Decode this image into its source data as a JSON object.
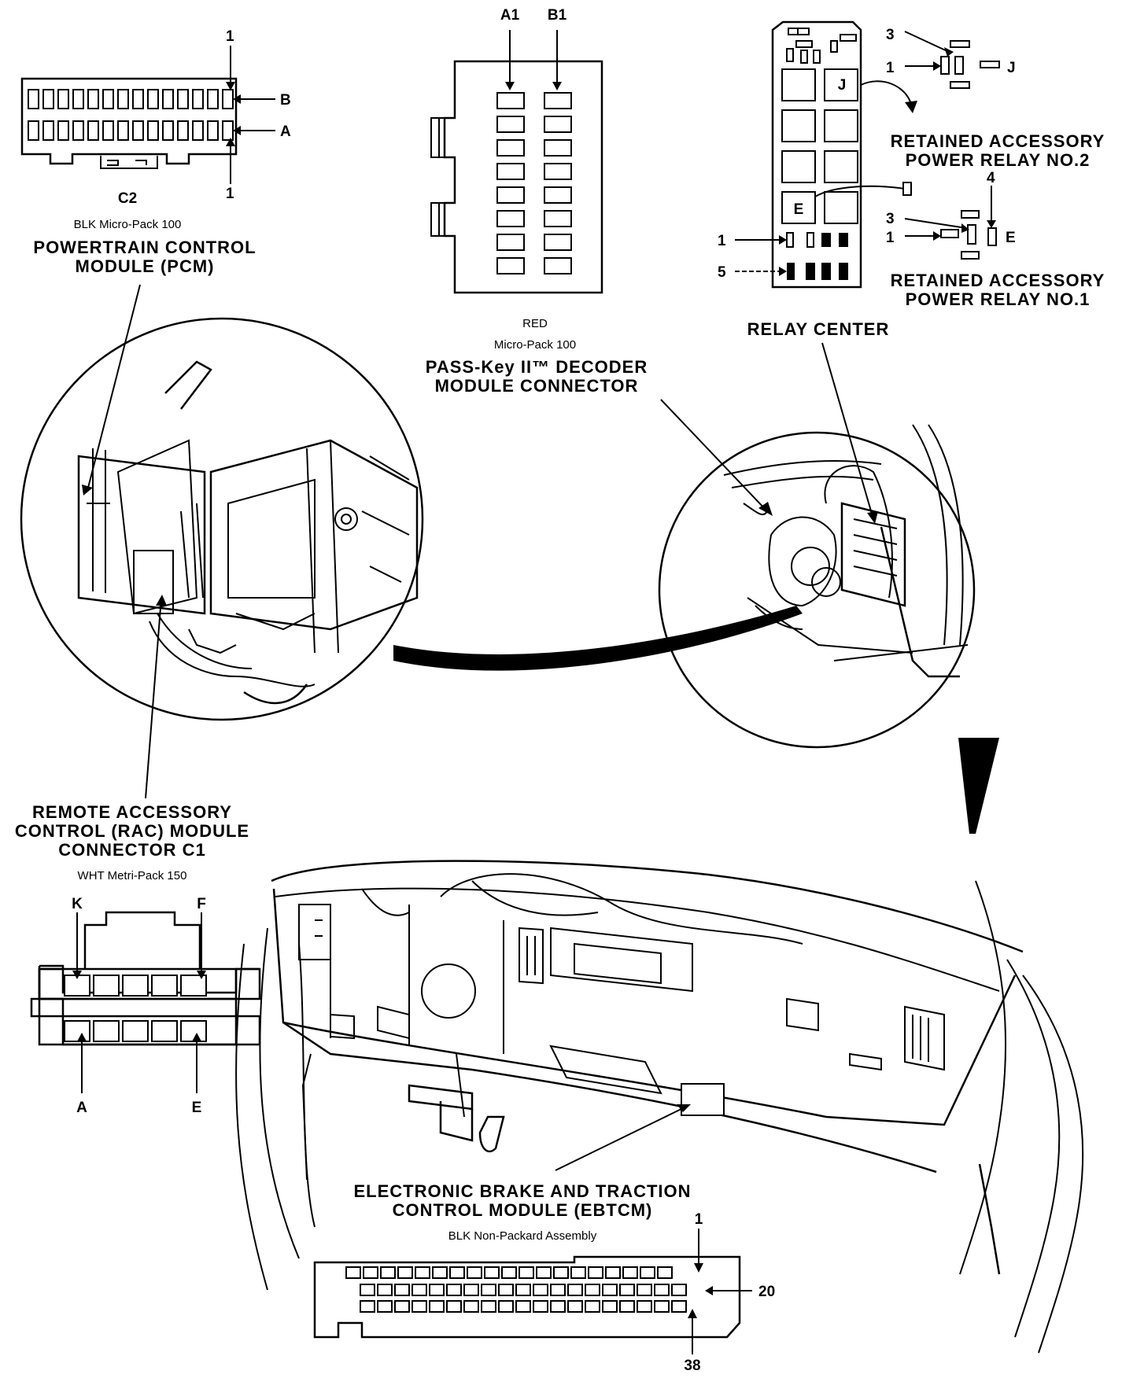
{
  "pcm": {
    "pin_top": "1",
    "pin_bottom": "1",
    "row_b": "B",
    "row_a": "A",
    "connector_id": "C2",
    "connector_type": "BLK Micro-Pack 100",
    "title_line1": "POWERTRAIN CONTROL",
    "title_line2": "MODULE (PCM)"
  },
  "pass_key": {
    "pin_a1": "A1",
    "pin_b1": "B1",
    "color": "RED",
    "connector_type": "Micro-Pack 100",
    "title_line1": "PASS-Key II™ DECODER",
    "title_line2": "MODULE CONNECTOR"
  },
  "relay_center": {
    "title": "RELAY CENTER",
    "slot_j": "J",
    "slot_e": "E",
    "pin_1_left": "1",
    "pin_5_left": "5",
    "relay2": {
      "pin_3": "3",
      "pin_1": "1",
      "cavity": "J",
      "title_line1": "RETAINED ACCESSORY",
      "title_line2": "POWER RELAY NO.2"
    },
    "relay1": {
      "pin_4": "4",
      "pin_3": "3",
      "pin_1": "1",
      "cavity": "E",
      "title_line1": "RETAINED ACCESSORY",
      "title_line2": "POWER RELAY NO.1"
    }
  },
  "rac": {
    "title_line1": "REMOTE ACCESSORY",
    "title_line2": "CONTROL (RAC) MODULE",
    "title_line3": "CONNECTOR C1",
    "connector_type": "WHT Metri-Pack 150",
    "pin_k": "K",
    "pin_f": "F",
    "pin_a": "A",
    "pin_e": "E"
  },
  "ebtcm": {
    "title_line1": "ELECTRONIC BRAKE AND TRACTION",
    "title_line2": "CONTROL MODULE (EBTCM)",
    "connector_type": "BLK Non-Packard Assembly",
    "pin_1": "1",
    "pin_20": "20",
    "pin_38": "38"
  }
}
